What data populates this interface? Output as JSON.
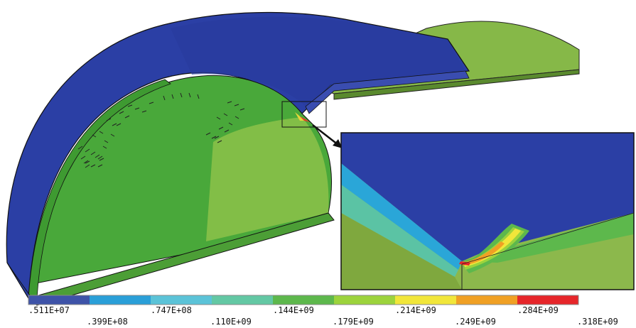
{
  "contour_legend": {
    "bands": [
      "#3e53a8",
      "#2a9fd8",
      "#5bc3d8",
      "#63c8a4",
      "#5db84c",
      "#9cd33c",
      "#f1e63a",
      "#f0a024",
      "#e6262a"
    ],
    "labels_row1": [
      ".511E+07",
      ".747E+08",
      ".144E+09",
      ".214E+09",
      ".284E+09"
    ],
    "labels_row2": [
      ".399E+08",
      ".110E+09",
      ".179E+09",
      ".249E+09",
      ".318E+09"
    ]
  },
  "colors": {
    "outer_blue": "#2b3fa5",
    "outer_blue_dark": "#20308a",
    "inner_green": "#49a83a",
    "inner_green_light": "#7fbf3e",
    "flange_green": "#86b848",
    "hot_red": "#e23a2a",
    "hot_orange": "#f0a024",
    "hot_yellow": "#e6d63a"
  }
}
